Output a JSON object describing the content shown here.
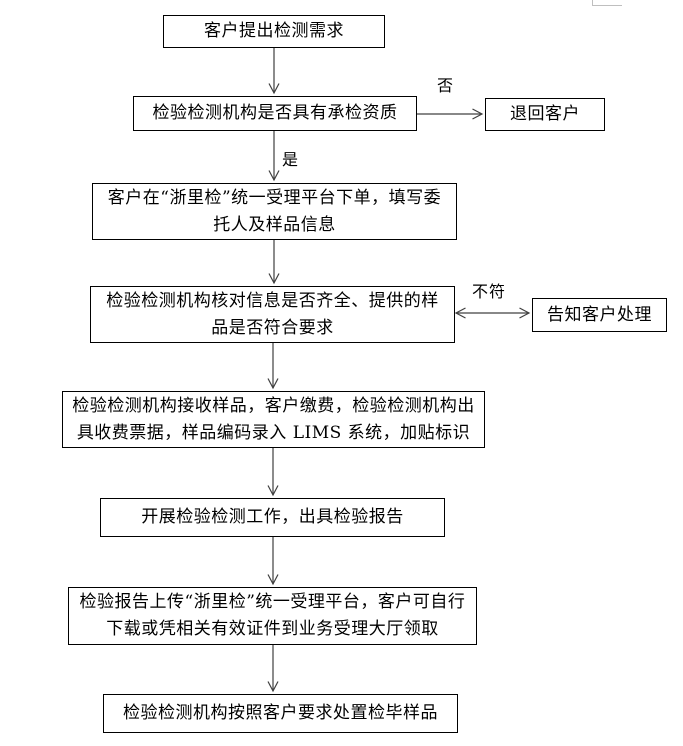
{
  "flowchart": {
    "nodes": {
      "start": "客户提出检测需求",
      "qualification_check": "检验检测机构是否具有承检资质",
      "return_customer": "退回客户",
      "place_order": "客户在“浙里检”统一受理平台下单，填写委托人及样品信息",
      "verify_info": "检验检测机构核对信息是否齐全、提供的样品是否符合要求",
      "notify_customer": "告知客户处理",
      "receive_sample": "检验检测机构接收样品，客户缴费，检验检测机构出具收费票据，样品编码录入 LIMS 系统，加贴标识",
      "conduct_test": "开展检验检测工作，出具检验报告",
      "upload_report": "检验报告上传“浙里检”统一受理平台，客户可自行下载或凭相关有效证件到业务受理大厅领取",
      "dispose_sample": "检验检测机构按照客户要求处置检毕样品"
    },
    "edge_labels": {
      "no": "否",
      "yes": "是",
      "mismatch": "不符"
    },
    "colors": {
      "line": "#404040",
      "border": "#000000",
      "background": "#ffffff"
    }
  }
}
